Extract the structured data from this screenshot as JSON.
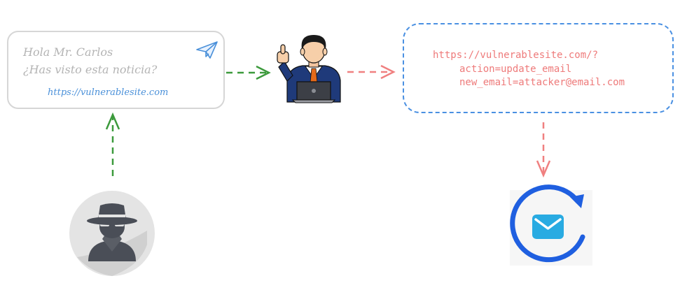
{
  "message": {
    "greeting": "Hola Mr. Carlos",
    "question": "¿Has visto esta noticia?",
    "link": "https://vulnerablesite.com"
  },
  "request": {
    "url": "https://vulnerablesite.com/?",
    "param_action": "action=update_email",
    "param_email": "new_email=attacker@email.com"
  },
  "icons": {
    "send": "paper-plane-icon",
    "victim": "user-at-laptop-icon",
    "attacker": "spy-hacker-icon",
    "result": "email-refresh-icon"
  },
  "colors": {
    "green_arrow": "#3c9a3c",
    "red_arrow": "#f08080",
    "blue_box": "#4a90e2",
    "request_text": "#ee7a7a",
    "email_icon": "#1f5fe0"
  }
}
